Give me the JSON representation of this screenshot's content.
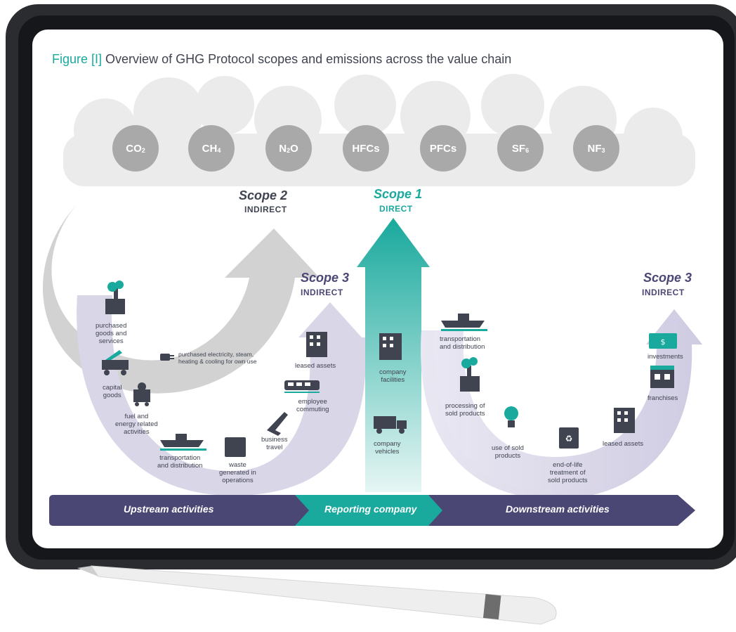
{
  "figure": {
    "title_prefix": "Figure [I]",
    "title_text": "Overview of GHG Protocol scopes and emissions across the value chain"
  },
  "gases": [
    {
      "base": "CO",
      "sub": "2"
    },
    {
      "base": "CH",
      "sub": "4"
    },
    {
      "base": "N",
      "sub": "2",
      "tail": "O"
    },
    {
      "base": "HFCs",
      "sub": ""
    },
    {
      "base": "PFCs",
      "sub": ""
    },
    {
      "base": "SF",
      "sub": "6"
    },
    {
      "base": "NF",
      "sub": "3"
    }
  ],
  "scopes": {
    "scope2": {
      "title": "Scope 2",
      "sub": "INDIRECT"
    },
    "scope1": {
      "title": "Scope 1",
      "sub": "DIRECT"
    },
    "scope3_up": {
      "title": "Scope 3",
      "sub": "INDIRECT"
    },
    "scope3_down": {
      "title": "Scope 3",
      "sub": "INDIRECT"
    }
  },
  "upstream_items": {
    "purchased_goods": "purchased\ngoods and\nservices",
    "capital_goods": "capital\ngoods",
    "fuel_energy": "fuel and\nenergy related\nactivities",
    "transport_dist": "transportation\nand distribution",
    "waste": "waste\ngenerated in\noperations",
    "business_travel": "business\ntravel",
    "employee_commuting": "employee\ncommuting",
    "leased_assets": "leased assets",
    "purchased_electricity": "purchased electricity, steam,\nheating & cooling for own use"
  },
  "company_items": {
    "facilities": "company\nfacilities",
    "vehicles": "company\nvehicles"
  },
  "downstream_items": {
    "transport_dist": "transportation\nand distribution",
    "processing": "processing of\nsold products",
    "use_sold": "use of sold\nproducts",
    "end_of_life": "end-of-life\ntreatment of\nsold products",
    "leased_assets": "leased assets",
    "franchises": "franchises",
    "investments": "investments"
  },
  "bottom_bar": {
    "upstream": "Upstream activities",
    "reporting": "Reporting company",
    "downstream": "Downstream activities"
  },
  "colors": {
    "teal": "#19a99d",
    "purple": "#4b4775",
    "lavender": "#d9d6e8",
    "grey_arrow": "#c4c4c4",
    "gas_grey": "#a9a9a9",
    "icon_dark": "#3f4450"
  }
}
